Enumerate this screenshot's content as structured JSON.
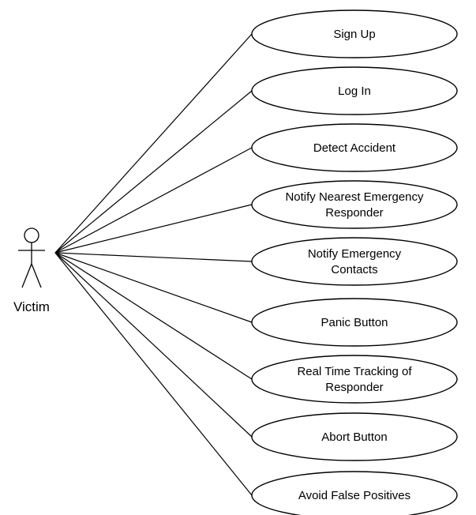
{
  "actor": {
    "label": "Victim"
  },
  "use_cases": [
    {
      "lines": [
        "Sign Up"
      ]
    },
    {
      "lines": [
        "Log In"
      ]
    },
    {
      "lines": [
        "Detect Accident"
      ]
    },
    {
      "lines": [
        "Notify Nearest Emergency",
        "Responder"
      ]
    },
    {
      "lines": [
        "Notify Emergency",
        "Contacts"
      ]
    },
    {
      "lines": [
        "Panic Button"
      ]
    },
    {
      "lines": [
        "Real Time Tracking of",
        "Responder"
      ]
    },
    {
      "lines": [
        "Abort Button"
      ]
    },
    {
      "lines": [
        "Avoid False Positives"
      ]
    }
  ]
}
